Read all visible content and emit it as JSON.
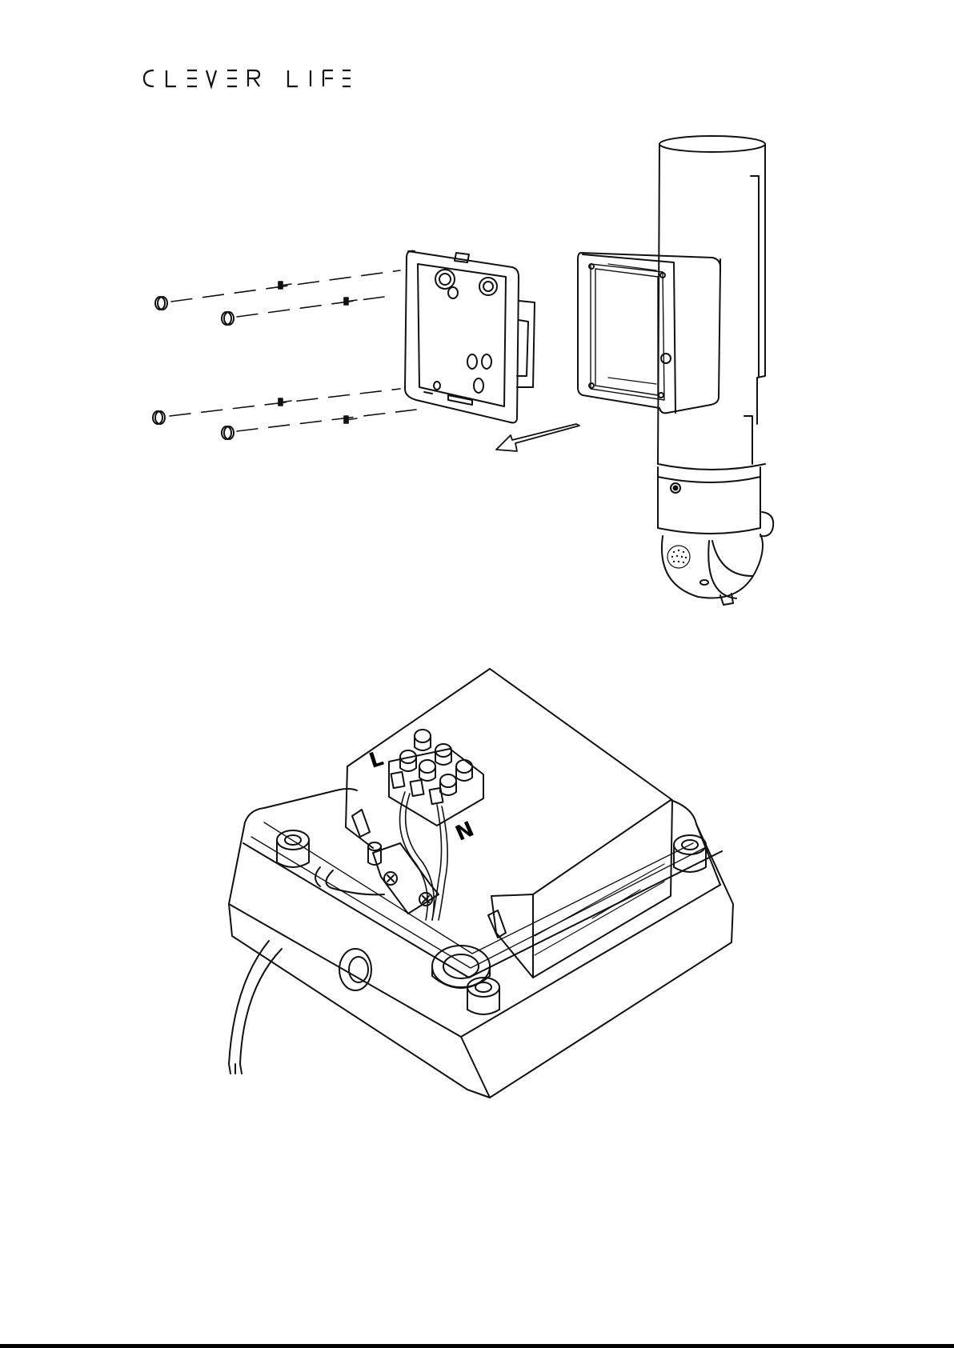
{
  "logo": {
    "text": "CLEVER LIFE",
    "letters": [
      "C",
      "L",
      "E",
      "V",
      "E",
      "R",
      " ",
      "L",
      "I",
      "F",
      "E"
    ]
  },
  "wiring": {
    "terminal_live": "L",
    "terminal_neutral": "N"
  }
}
